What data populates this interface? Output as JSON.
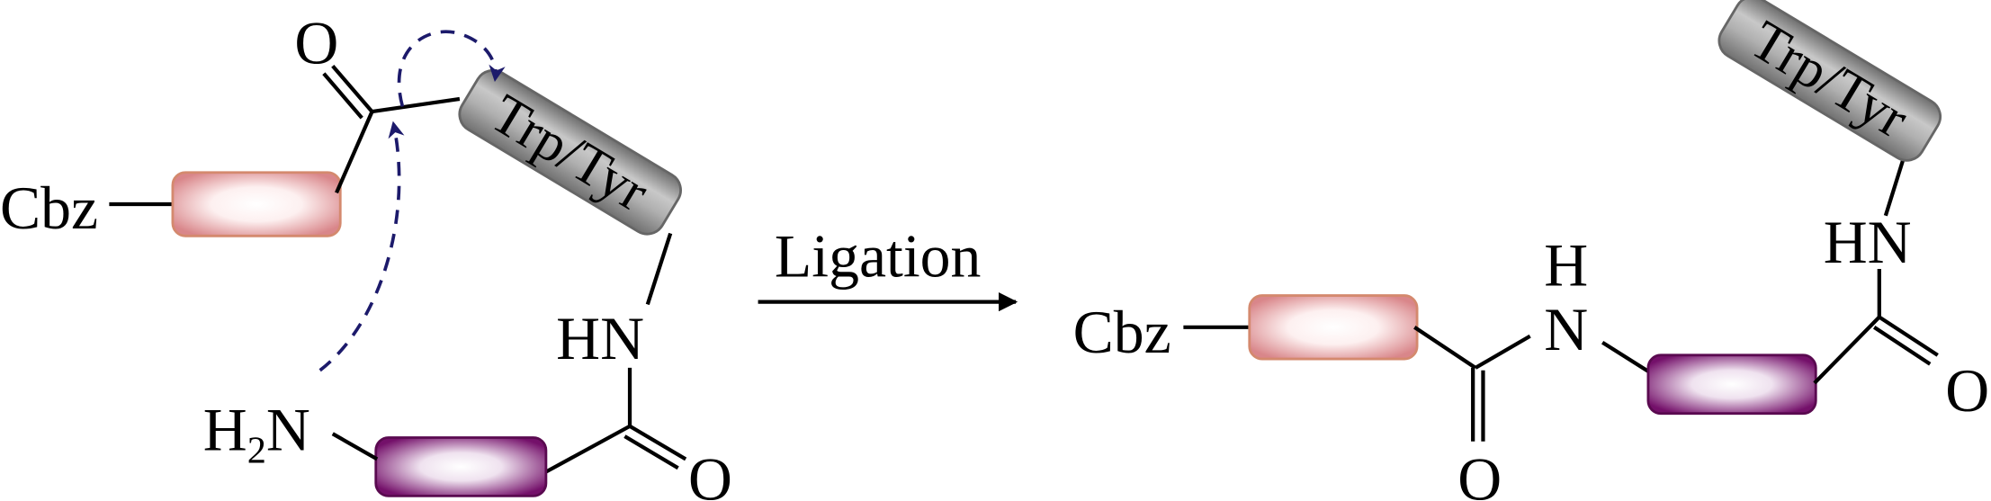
{
  "reactant": {
    "protecting_group": "Cbz",
    "carbonyl_oxygen": "O",
    "residue_label": "Trp/Tyr",
    "amide_nh": "HN",
    "amine_h2": "H",
    "amine_sub": "2",
    "amine_n": "N",
    "lower_carbonyl_oxygen": "O"
  },
  "reaction": {
    "label": "Ligation"
  },
  "product": {
    "protecting_group": "Cbz",
    "new_amide_h": "H",
    "new_amide_n": "N",
    "new_carbonyl_oxygen": "O",
    "amide_nh": "HN",
    "right_carbonyl_oxygen": "O",
    "residue_label": "Trp/Tyr"
  },
  "colors": {
    "peptide_1": "#d98a7a",
    "peptide_2": "#6e0f5f",
    "residue": "#8a8a8a",
    "arrow_pushing": "#1c1a6b"
  }
}
